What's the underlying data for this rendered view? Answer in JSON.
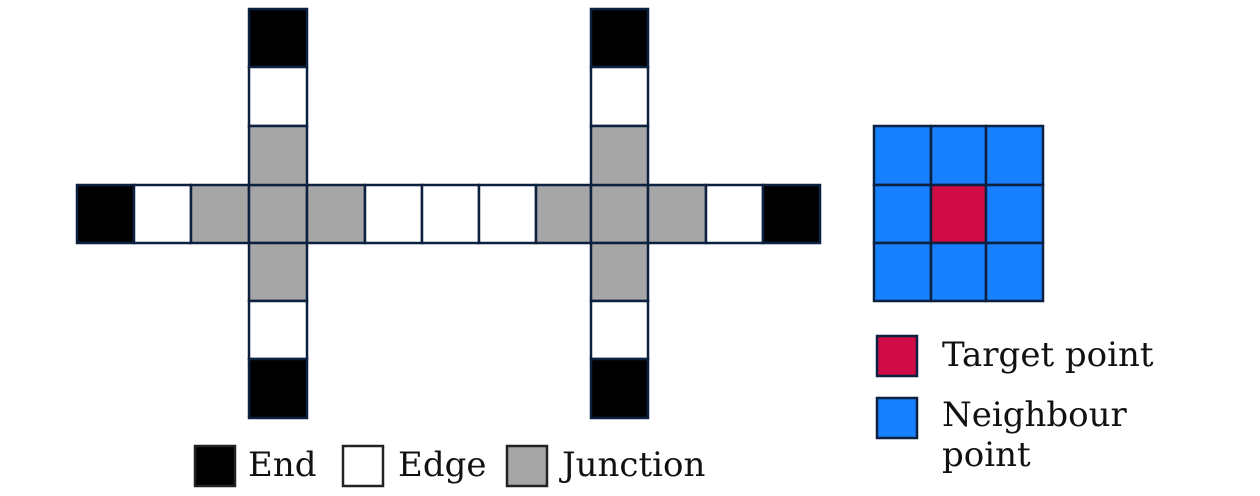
{
  "colors": {
    "end": "#000000",
    "edge": "#ffffff",
    "junction": "#a6a6a6",
    "target": "#cf0c45",
    "neighbour": "#1780ff",
    "outline": "#0c2140"
  },
  "skeleton": {
    "horizontal_row": [
      "end",
      "edge",
      "junction",
      "junction",
      "junction",
      "edge",
      "edge",
      "edge",
      "junction",
      "junction",
      "junction",
      "edge",
      "end"
    ],
    "vertical_columns": [
      [
        "end",
        "edge",
        "junction",
        "junction",
        "junction",
        "edge",
        "end"
      ],
      [
        "end",
        "edge",
        "junction",
        "junction",
        "junction",
        "edge",
        "end"
      ]
    ]
  },
  "legend": {
    "end_label": "End",
    "edge_label": "Edge",
    "junction_label": "Junction"
  },
  "neighbourhood": {
    "grid": [
      [
        "neighbour",
        "neighbour",
        "neighbour"
      ],
      [
        "neighbour",
        "target",
        "neighbour"
      ],
      [
        "neighbour",
        "neighbour",
        "neighbour"
      ]
    ],
    "legend": {
      "target_label": "Target point",
      "neighbour_label_line1": "Neighbour",
      "neighbour_label_line2": "point"
    }
  }
}
